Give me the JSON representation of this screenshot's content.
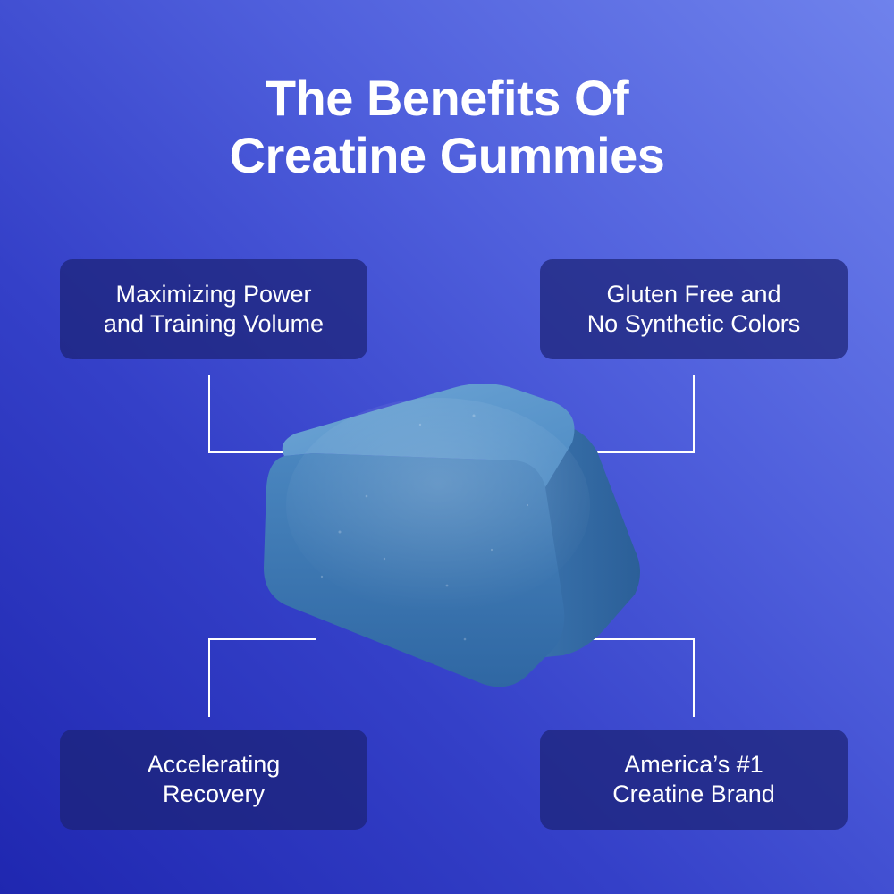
{
  "title": {
    "line1": "The Benefits Of",
    "line2": "Creatine Gummies"
  },
  "benefits": [
    {
      "line1": "Maximizing Power",
      "line2": "and Training Volume"
    },
    {
      "line1": "Gluten Free and",
      "line2": "No Synthetic Colors"
    },
    {
      "line1": "Accelerating",
      "line2": "Recovery"
    },
    {
      "line1": "America’s #1",
      "line2": "Creatine Brand"
    }
  ],
  "colors": {
    "background_light": "#6f82ec",
    "background_dark": "#1f27b0",
    "card": "#1c2276",
    "gummy": "#3f7fb8",
    "text": "#ffffff"
  }
}
